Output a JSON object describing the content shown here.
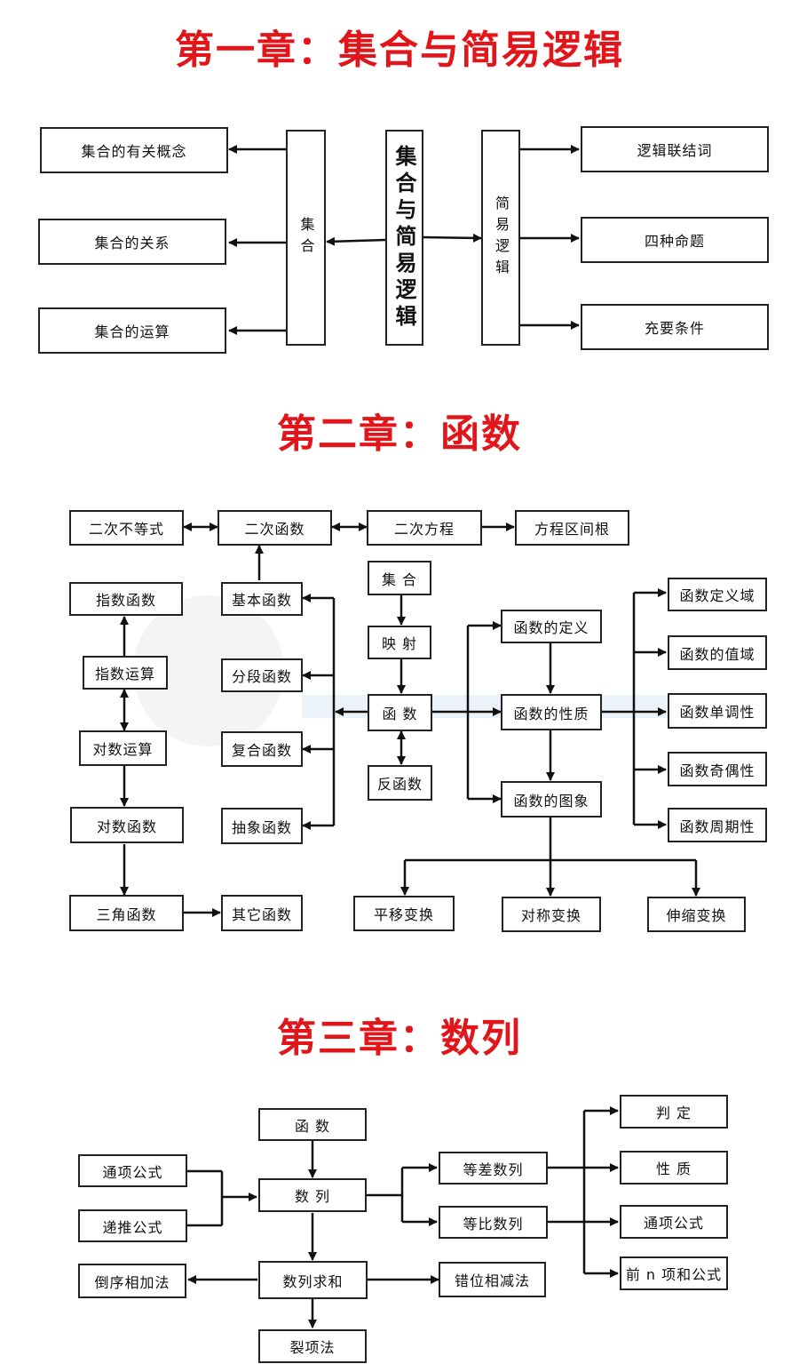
{
  "titles": {
    "ch1": "第一章：集合与简易逻辑",
    "ch2": "第二章：函数",
    "ch3": "第三章：数列"
  },
  "ch1": {
    "center": "集合与简易逻辑",
    "set": "集合",
    "logic": "简易逻辑",
    "set_items": [
      "集合的有关概念",
      "集合的关系",
      "集合的运算"
    ],
    "logic_items": [
      "逻辑联结词",
      "四种命题",
      "充要条件"
    ]
  },
  "ch2": {
    "n1": "二次不等式",
    "n2": "二次函数",
    "n3": "二次方程",
    "n4": "方程区间根",
    "n5": "指数函数",
    "n6": "基本函数",
    "n7": "指数运算",
    "n8": "分段函数",
    "n9": "对数运算",
    "n10": "复合函数",
    "n11": "对数函数",
    "n12": "抽象函数",
    "n13": "三角函数",
    "n14": "其它函数",
    "n15": "集 合",
    "n16": "映 射",
    "n17": "函 数",
    "n18": "反函数",
    "n19": "函数的定义",
    "n20": "函数的性质",
    "n21": "函数的图象",
    "n22": "函数定义域",
    "n23": "函数的值域",
    "n24": "函数单调性",
    "n25": "函数奇偶性",
    "n26": "函数周期性",
    "n27": "平移变换",
    "n28": "对称变换",
    "n29": "伸缩变换"
  },
  "ch3": {
    "a1": "函 数",
    "a2": "通项公式",
    "a3": "数 列",
    "a4": "递推公式",
    "a5": "数列求和",
    "a6": "倒序相加法",
    "a7": "错位相减法",
    "a8": "裂项法",
    "a9": "等差数列",
    "a10": "等比数列",
    "a11": "判 定",
    "a12": "性 质",
    "a13": "通项公式",
    "a14": "前 n 项和公式"
  }
}
